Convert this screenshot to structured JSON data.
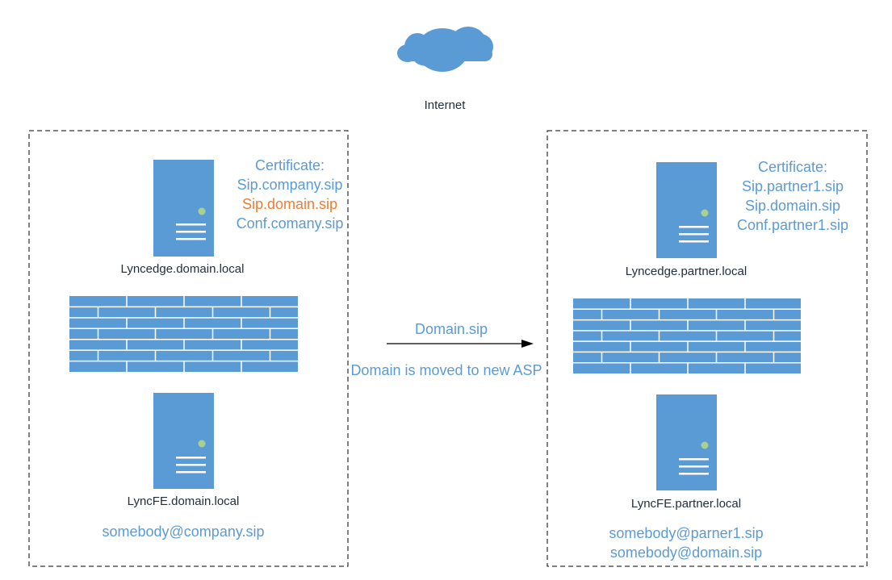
{
  "internet": {
    "label": "Internet",
    "icon": "cloud-icon"
  },
  "left": {
    "certificate": {
      "heading": "Certificate:",
      "entries": [
        {
          "text": "Sip.company.sip",
          "color": "#5b9bd5"
        },
        {
          "text": "Sip.domain.sip",
          "color": "#ed7d31"
        },
        {
          "text": "Conf.comany.sip",
          "color": "#5b9bd5"
        }
      ]
    },
    "edge_server": {
      "label": "Lyncedge.domain.local",
      "icon": "server-icon"
    },
    "firewall": {
      "icon": "firewall-icon"
    },
    "fe_server": {
      "label": "LyncFE.domain.local",
      "icon": "server-icon"
    },
    "users": [
      "somebody@company.sip"
    ]
  },
  "right": {
    "certificate": {
      "heading": "Certificate:",
      "entries": [
        {
          "text": "Sip.partner1.sip",
          "color": "#5b9bd5"
        },
        {
          "text": "Sip.domain.sip",
          "color": "#5b9bd5"
        },
        {
          "text": "Conf.partner1.sip",
          "color": "#5b9bd5"
        }
      ]
    },
    "edge_server": {
      "label": "Lyncedge.partner.local",
      "icon": "server-icon"
    },
    "firewall": {
      "icon": "firewall-icon"
    },
    "fe_server": {
      "label": "LyncFE.partner.local",
      "icon": "server-icon"
    },
    "users": [
      "somebody@parner1.sip",
      "somebody@domain.sip"
    ]
  },
  "transfer": {
    "label": "Domain.sip",
    "caption": "Domain is moved to new ASP",
    "icon": "arrow-right-icon"
  },
  "colors": {
    "shape_fill": "#5b9bd5",
    "text_blue": "#5b9bd5",
    "text_orange": "#ed7d31",
    "text_dark": "#1f2d3d",
    "server_led": "#a9d18e",
    "border": "#000000"
  }
}
